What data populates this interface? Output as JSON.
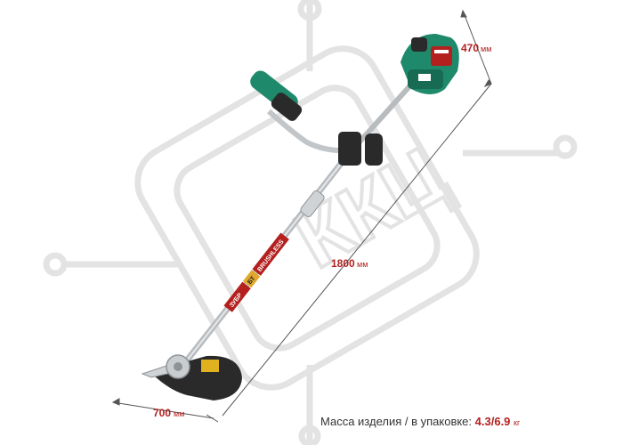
{
  "watermark": {
    "text": "ККЦ",
    "color": "#e3e3e3"
  },
  "colors": {
    "accent_red": "#b3201e",
    "tool_green": "#1f8a6b",
    "tool_dark": "#2a2a2a",
    "shaft_silver": "#c9cdd0",
    "dim_line": "#555555"
  },
  "dimensions": {
    "width": {
      "value": "700",
      "unit": "мм"
    },
    "height": {
      "value": "470",
      "unit": "мм"
    },
    "length": {
      "value": "1800",
      "unit": "мм"
    }
  },
  "shaft_labels": {
    "brand": "ЗУБР",
    "badge": "БТ",
    "tech": "BRUSHLESS"
  },
  "weight": {
    "label": "Масса изделия / в упаковке:",
    "value": "4.3/6.9",
    "unit": "кг"
  }
}
